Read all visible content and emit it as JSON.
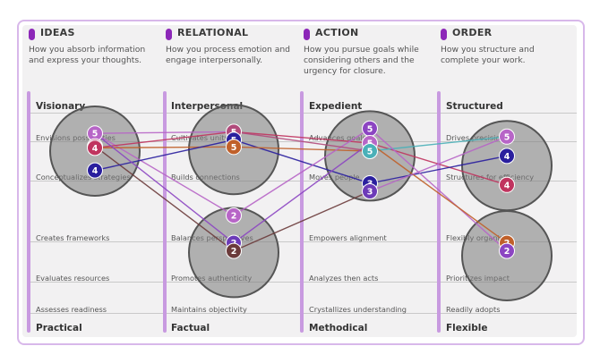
{
  "columns": [
    {
      "title": "IDEAS",
      "description": "How you absorb information and express your thoughts.",
      "top": "Visionary",
      "bottom": "Practical",
      "rows": [
        "Envisions possibilities",
        "Conceptualizes strategies",
        "Creates frameworks",
        "Evaluates resources",
        "Assesses readiness"
      ]
    },
    {
      "title": "RELATIONAL",
      "description": "How you process emotion and engage interpersonally.",
      "top": "Interpersonal",
      "bottom": "Factual",
      "rows": [
        "Cultivates unity",
        "Builds connections",
        "Balances perspectives",
        "Promotes authenticity",
        "Maintains objectivity"
      ]
    },
    {
      "title": "ACTION",
      "description": "How you pursue goals while considering others and the urgency for closure.",
      "top": "Expedient",
      "bottom": "Methodical",
      "rows": [
        "Advances goals",
        "Moves people",
        "Empowers alignment",
        "Analyzes then acts",
        "Crystallizes understanding"
      ]
    },
    {
      "title": "ORDER",
      "description": "How you structure and complete your work.",
      "top": "Structured",
      "bottom": "Flexible",
      "rows": [
        "Drives precision",
        "Structures for efficiency",
        "Flexibly organizes",
        "Prioritizes impact",
        "Readily adopts"
      ]
    }
  ],
  "colors": {
    "accent": "#8c27b8",
    "bar": "#c89ae0",
    "cluster": "#7a7a7a",
    "frame": "#d8b8ea"
  },
  "groups": [
    {
      "column": 0,
      "row": 0.75
    },
    {
      "column": 1,
      "row": 0.7
    },
    {
      "column": 1,
      "row": 3.9
    },
    {
      "column": 2,
      "row": 0.9
    },
    {
      "column": 3,
      "row": 1.2
    },
    {
      "column": 3,
      "row": 4.0
    }
  ],
  "nodes": [
    {
      "id": "a1",
      "column": 0,
      "row": 0.2,
      "label": "5",
      "color": "#b765c7"
    },
    {
      "id": "a2",
      "column": 0,
      "row": 0.6,
      "label": "4",
      "color": "#b14a7b"
    },
    {
      "id": "a3",
      "column": 0,
      "row": 0.65,
      "label": "4",
      "color": "#c0345f"
    },
    {
      "id": "a4",
      "column": 0,
      "row": 1.35,
      "label": "4",
      "color": "#2a1f9e"
    },
    {
      "id": "b1",
      "column": 1,
      "row": 0.15,
      "label": "5",
      "color": "#b14a7b"
    },
    {
      "id": "b2",
      "column": 1,
      "row": 0.4,
      "label": "5",
      "color": "#2a1f9e"
    },
    {
      "id": "b3",
      "column": 1,
      "row": 0.62,
      "label": "5",
      "color": "#c0602a"
    },
    {
      "id": "b4",
      "column": 1,
      "row": 2.75,
      "label": "2",
      "color": "#b765c7"
    },
    {
      "id": "b5",
      "column": 1,
      "row": 3.6,
      "label": "2",
      "color": "#6c3bb8"
    },
    {
      "id": "b6",
      "column": 1,
      "row": 3.85,
      "label": "2",
      "color": "#6b3b3b"
    },
    {
      "id": "c1",
      "column": 2,
      "row": 0.05,
      "label": "5",
      "color": "#8c45c2"
    },
    {
      "id": "c2",
      "column": 2,
      "row": 0.5,
      "label": "5",
      "color": "#b765c7"
    },
    {
      "id": "c3",
      "column": 2,
      "row": 0.75,
      "label": "5",
      "color": "#4ab0b8"
    },
    {
      "id": "c4",
      "column": 2,
      "row": 1.75,
      "label": "3",
      "color": "#2a1f9e"
    },
    {
      "id": "c5",
      "column": 2,
      "row": 2.0,
      "label": "3",
      "color": "#6c3bb8"
    },
    {
      "id": "d1",
      "column": 3,
      "row": 0.3,
      "label": "5",
      "color": "#b765c7"
    },
    {
      "id": "d2",
      "column": 3,
      "row": 0.9,
      "label": "4",
      "color": "#2a1f9e"
    },
    {
      "id": "d3",
      "column": 3,
      "row": 1.8,
      "label": "4",
      "color": "#c0345f"
    },
    {
      "id": "d4",
      "column": 3,
      "row": 3.6,
      "label": "2",
      "color": "#c0602a"
    },
    {
      "id": "d5",
      "column": 3,
      "row": 3.85,
      "label": "2",
      "color": "#8c45c2"
    }
  ],
  "links": [
    {
      "from": "a1",
      "to": "b4",
      "color": "#b765c7"
    },
    {
      "from": "a1",
      "to": "b1",
      "color": "#b765c7"
    },
    {
      "from": "a2",
      "to": "b6",
      "color": "#6b3b3b"
    },
    {
      "from": "a3",
      "to": "b1",
      "color": "#c0345f"
    },
    {
      "from": "a3",
      "to": "b3",
      "color": "#c0602a"
    },
    {
      "from": "a4",
      "to": "b2",
      "color": "#2a1f9e"
    },
    {
      "from": "a1",
      "to": "b5",
      "color": "#8c45c2"
    },
    {
      "from": "b1",
      "to": "c2",
      "color": "#c0345f"
    },
    {
      "from": "b2",
      "to": "c4",
      "color": "#2a1f9e"
    },
    {
      "from": "b3",
      "to": "c3",
      "color": "#c0602a"
    },
    {
      "from": "b4",
      "to": "c1",
      "color": "#b765c7"
    },
    {
      "from": "b5",
      "to": "c2",
      "color": "#8c45c2"
    },
    {
      "from": "b6",
      "to": "c5",
      "color": "#6b3b3b"
    },
    {
      "from": "b1",
      "to": "c3",
      "color": "#b14a7b"
    },
    {
      "from": "c2",
      "to": "d3",
      "color": "#c0345f"
    },
    {
      "from": "c3",
      "to": "d1",
      "color": "#4ab0b8"
    },
    {
      "from": "c4",
      "to": "d2",
      "color": "#2a1f9e"
    },
    {
      "from": "c1",
      "to": "d5",
      "color": "#b765c7"
    },
    {
      "from": "c2",
      "to": "d4",
      "color": "#c0602a"
    },
    {
      "from": "c5",
      "to": "d1",
      "color": "#b765c7"
    }
  ]
}
